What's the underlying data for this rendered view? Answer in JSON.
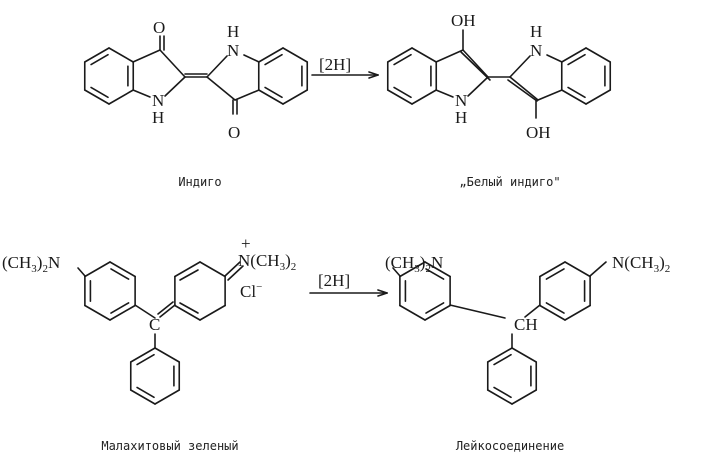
{
  "reaction1": {
    "reagent": "[2H]",
    "reactant_label": "Индиго",
    "product_label": "„Белый индиго\"",
    "atoms": {
      "O": "O",
      "NH_N": "N",
      "NH_H": "H",
      "OH": "OH"
    }
  },
  "reaction2": {
    "reagent": "[2H]",
    "reactant_label": "Малахитовый зеленый",
    "product_label": "Лейкосоединение",
    "atoms": {
      "NMe2_left": "(CH",
      "sub3": "3",
      "close": ")",
      "sub2": "2",
      "N": "N",
      "plus": "+",
      "NMe2_right_open": "N(CH",
      "chloride": "Cl",
      "minus": "−",
      "central_C": "C",
      "CH": "CH"
    }
  }
}
